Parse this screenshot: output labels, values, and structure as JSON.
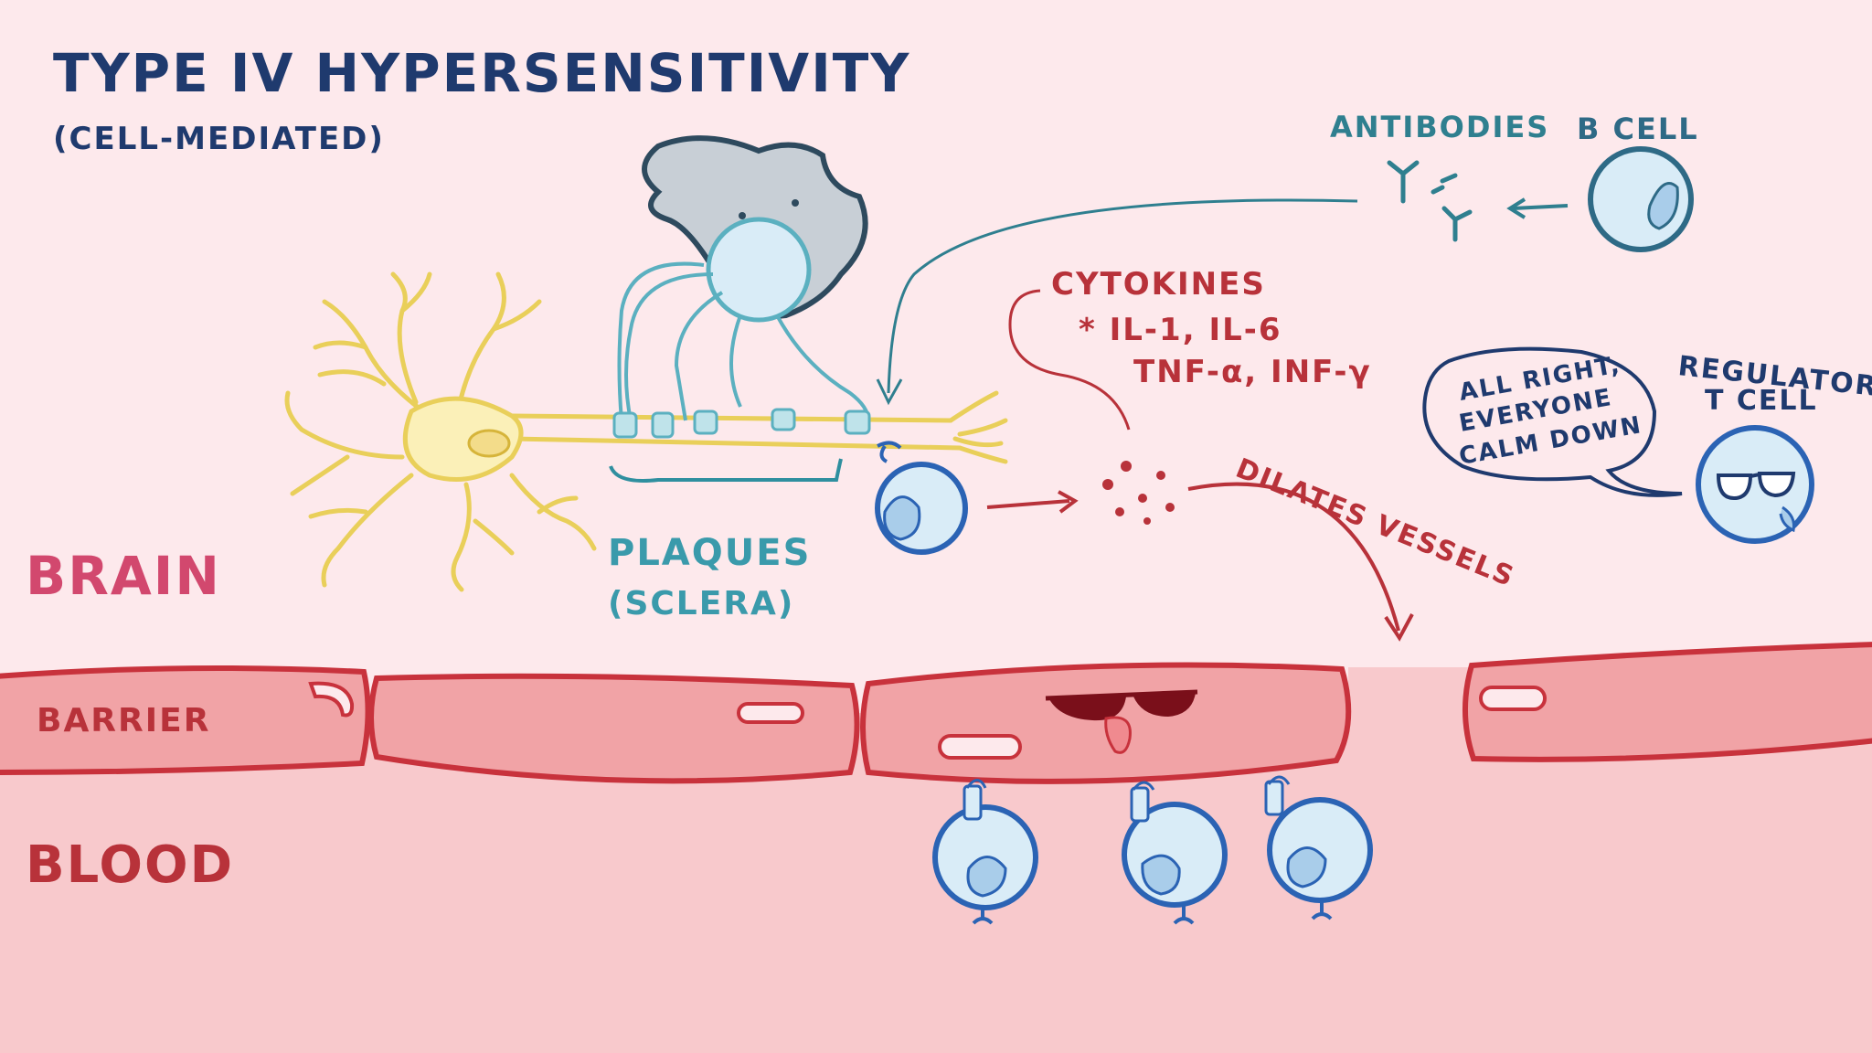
{
  "title": "TYPE IV HYPERSENSITIVITY",
  "subtitle": "(CELL-MEDIATED)",
  "regions": {
    "brain": "BRAIN",
    "barrier": "BARRIER",
    "blood": "BLOOD"
  },
  "labels": {
    "antibodies": "ANTIBODIES",
    "b_cell": "B CELL",
    "cytokines": "CYTOKINES",
    "cytokine_list_1": "* IL-1, IL-6",
    "cytokine_list_2": "TNF-α, INF-γ",
    "plaques": "PLAQUES",
    "sclera": "(SCLERA)",
    "dilates_vessels": "DILATES VESSELS",
    "regulatory": "REGULATORY",
    "t_cell": "T CELL"
  },
  "speech_bubble": {
    "line1": "ALL RIGHT,",
    "line2": "EVERYONE",
    "line3": "CALM DOWN"
  },
  "colors": {
    "background_brain": "#fde9ec",
    "blood": "#f8c9cc",
    "barrier_fill": "#f1a3a6",
    "barrier_stroke": "#c8323c",
    "title_navy": "#1f3a6e",
    "teal": "#2f7f8f",
    "red_text": "#b8323a",
    "brain_label": "#d2486e",
    "neuron": "#e9cf5a",
    "cell_blue": "#2b63b4",
    "cell_fill": "#d9ecf7"
  },
  "icons": [
    "neuron-icon",
    "microglia-icon",
    "antibody-icon",
    "b-cell-icon",
    "t-cell-icon",
    "regulatory-t-cell-icon",
    "endothelial-cell-icon"
  ]
}
